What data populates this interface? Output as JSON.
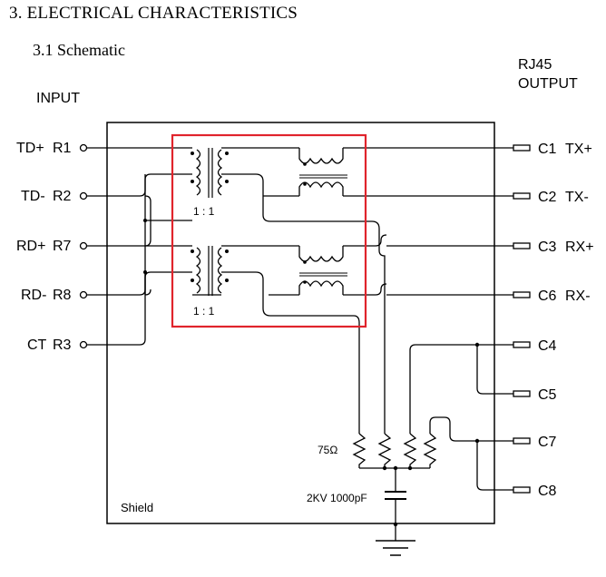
{
  "heading": "3. ELECTRICAL CHARACTERISTICS",
  "subheading": "3.1 Schematic",
  "input_title": "INPUT",
  "output_title": [
    "RJ45",
    "OUTPUT"
  ],
  "input_pins": [
    {
      "name": "TD+",
      "pin": "R1"
    },
    {
      "name": "TD-",
      "pin": "R2"
    },
    {
      "name": "RD+",
      "pin": "R7"
    },
    {
      "name": "RD-",
      "pin": "R8"
    },
    {
      "name": "CT",
      "pin": "R3"
    }
  ],
  "output_pins": [
    {
      "pin": "C1",
      "name": "TX+"
    },
    {
      "pin": "C2",
      "name": "TX-"
    },
    {
      "pin": "C3",
      "name": "RX+"
    },
    {
      "pin": "C6",
      "name": "RX-"
    },
    {
      "pin": "C4",
      "name": ""
    },
    {
      "pin": "C5",
      "name": ""
    },
    {
      "pin": "C7",
      "name": ""
    },
    {
      "pin": "C8",
      "name": ""
    }
  ],
  "transformer_ratio": "1 : 1",
  "resistor_label": "75Ω",
  "capacitor_label": "2KV 1000pF",
  "shield_label": "Shield",
  "highlight_color": "#e0242c"
}
